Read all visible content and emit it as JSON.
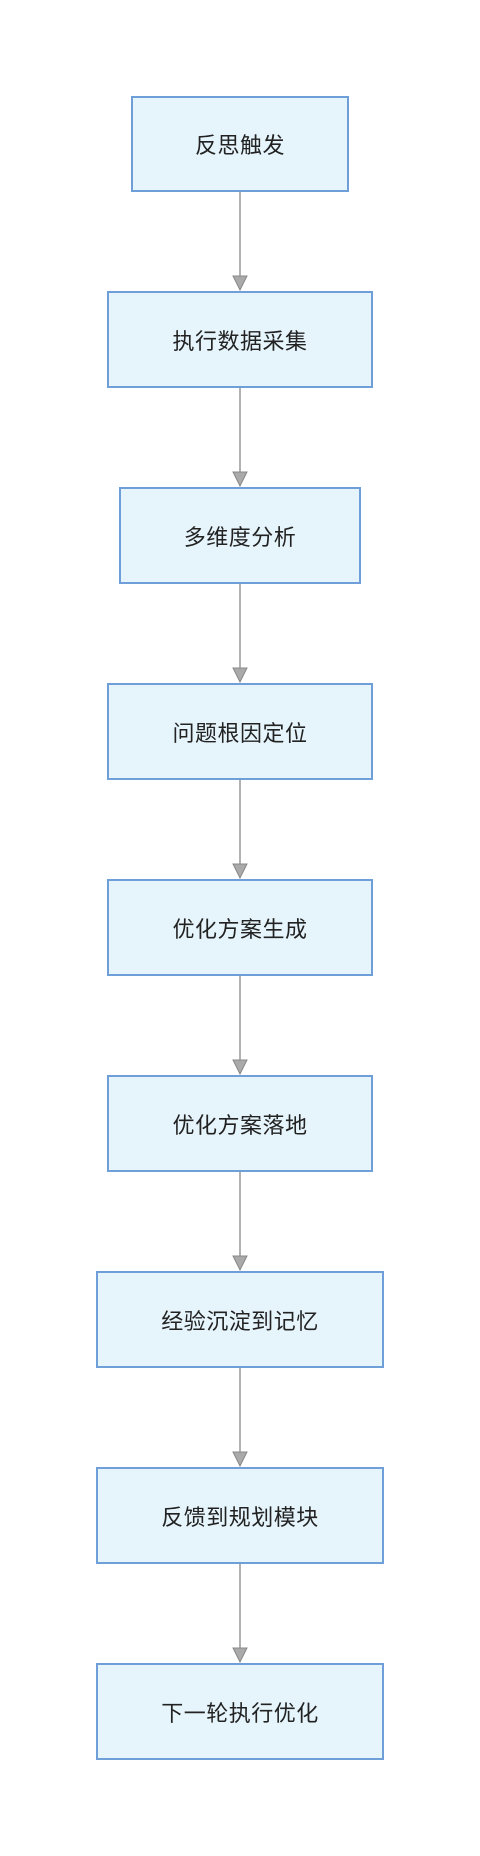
{
  "diagram": {
    "type": "flowchart",
    "direction": "top-to-bottom",
    "colors": {
      "node_fill": "#e6f5fc",
      "node_border": "#6f9fd8",
      "edge": "#999999",
      "text": "#222222"
    },
    "nodes": [
      {
        "id": "n1",
        "label": "反思触发"
      },
      {
        "id": "n2",
        "label": "执行数据采集"
      },
      {
        "id": "n3",
        "label": "多维度分析"
      },
      {
        "id": "n4",
        "label": "问题根因定位"
      },
      {
        "id": "n5",
        "label": "优化方案生成"
      },
      {
        "id": "n6",
        "label": "优化方案落地"
      },
      {
        "id": "n7",
        "label": "经验沉淀到记忆"
      },
      {
        "id": "n8",
        "label": "反馈到规划模块"
      },
      {
        "id": "n9",
        "label": "下一轮执行优化"
      }
    ],
    "edges": [
      {
        "from": "n1",
        "to": "n2"
      },
      {
        "from": "n2",
        "to": "n3"
      },
      {
        "from": "n3",
        "to": "n4"
      },
      {
        "from": "n4",
        "to": "n5"
      },
      {
        "from": "n5",
        "to": "n6"
      },
      {
        "from": "n6",
        "to": "n7"
      },
      {
        "from": "n7",
        "to": "n8"
      },
      {
        "from": "n8",
        "to": "n9"
      }
    ]
  }
}
